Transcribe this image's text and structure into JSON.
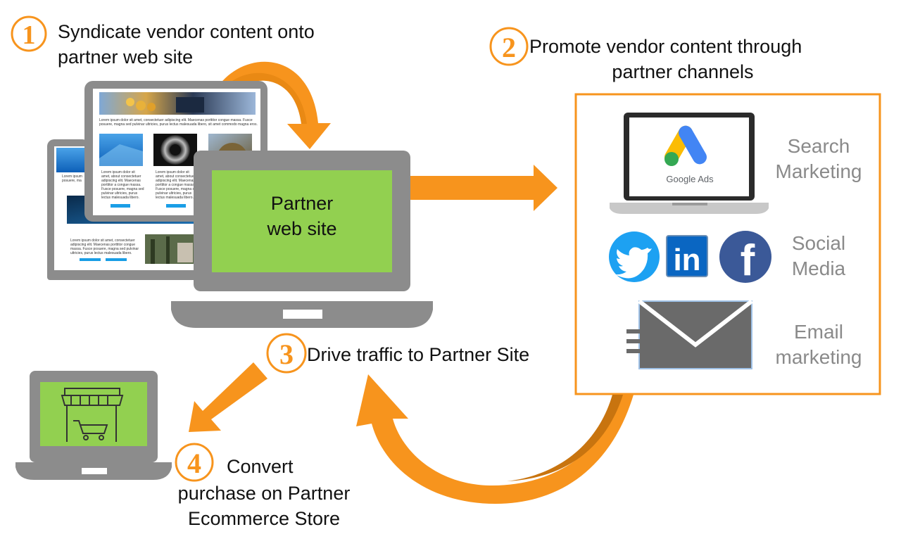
{
  "colors": {
    "orange": "#f7941d",
    "orange_dark": "#c8740f",
    "laptop_grey": "#8c8c8c",
    "screen_green": "#92d050",
    "label_grey": "#8a8a8a",
    "twitter": "#1da1f2",
    "linkedin": "#0a66c2",
    "facebook": "#3b5998"
  },
  "steps": [
    {
      "number": "1",
      "line1": "Syndicate vendor content onto",
      "line2": "partner web site"
    },
    {
      "number": "2",
      "line1": "Promote vendor content through",
      "line2": "partner channels"
    },
    {
      "number": "3",
      "line1": "Drive traffic to Partner Site"
    },
    {
      "number": "4",
      "line1": "Convert",
      "line2": "purchase on Partner",
      "line3": "Ecommerce Store"
    }
  ],
  "partner_site": {
    "line1": "Partner",
    "line2": "web site"
  },
  "channels": [
    {
      "line1": "Search",
      "line2": "Marketing",
      "icon": "google-ads-laptop-icon",
      "brand": "Google Ads"
    },
    {
      "line1": "Social",
      "line2": "Media",
      "icons": [
        "twitter-icon",
        "linkedin-icon",
        "facebook-icon"
      ],
      "linkedin_text": "in",
      "facebook_text": "f"
    },
    {
      "line1": "Email",
      "line2": "marketing",
      "icon": "envelope-icon"
    }
  ],
  "mock_page": {
    "lorem_wide": "Lorem ipsum dolor sit amet, consectetuer adipiscing elit. Maecenas porttitor congue massa. Fusce",
    "lorem_wide2": "posuere, magna sed pulvinar ultricies, purus lectus malesuada libero, sit amet commodo magna eros.",
    "lorem_col": [
      "Lorem ipsum dolor sit",
      "amet, about consectetuer",
      "adipiscing elit. Maecenas",
      "porttitor a congue massa.",
      "Fusce posuere, magna sed",
      "pulvinar ultricies, purus",
      "lectus malesuada libero."
    ],
    "lorem_back": [
      "Lorem ipsum dolor sit amet, consectetuer",
      "adipiscing elit. Maecenas porttitor congue",
      "massa. Fusce posuere, magna sed pulvinar",
      "ultricies, purus lectus malesuada libero."
    ],
    "lorem_stub": [
      "Lorem ipsum",
      "posuere, ma"
    ]
  }
}
